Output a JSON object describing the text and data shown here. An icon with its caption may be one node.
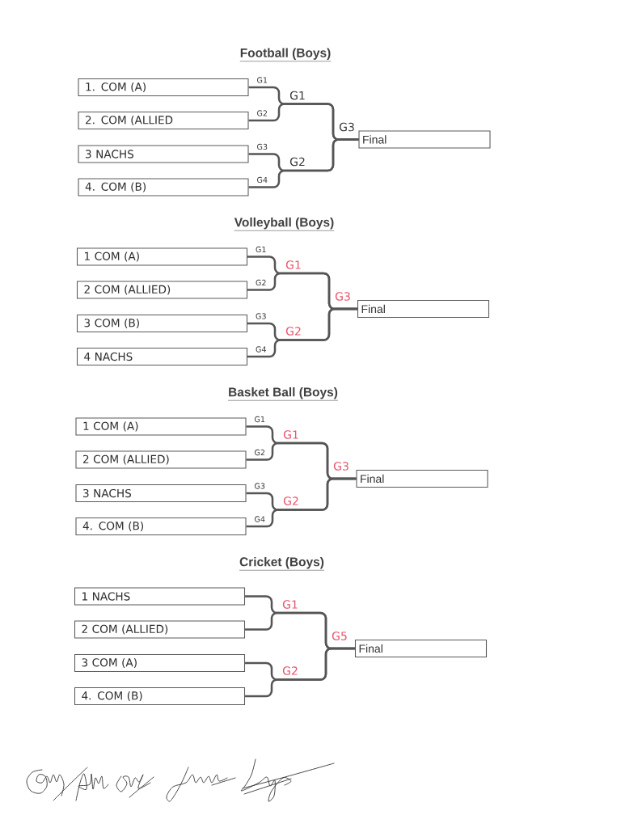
{
  "diagram": {
    "nodes": [
      {
        "text": [
          "1. COM (A)"
        ]
      },
      {
        "text": [
          "2. COM (ALLIED"
        ]
      },
      {
        "text": [
          "3 NACHS"
        ]
      },
      {
        "text": [
          "4. COM (B)"
        ]
      },
      {
        "text": [
          "Final"
        ]
      },
      {
        "text": [
          "1 COM (A)"
        ]
      },
      {
        "text": [
          "2 COM (ALLIED)"
        ]
      },
      {
        "text": [
          "3 COM (B)"
        ]
      },
      {
        "text": [
          "4 NACHS"
        ]
      },
      {
        "text": [
          "Final"
        ]
      },
      {
        "text": [
          "1 COM (A)"
        ]
      },
      {
        "text": [
          "2 COM (ALLIED)"
        ]
      },
      {
        "text": [
          "3 NACHS"
        ]
      },
      {
        "text": [
          "4. COM (B)"
        ]
      },
      {
        "text": [
          "Final"
        ]
      },
      {
        "text": [
          "1 NACHS"
        ]
      },
      {
        "text": [
          "2 COM (ALLIED)"
        ]
      },
      {
        "text": [
          "3 COM (A)"
        ]
      },
      {
        "text": [
          "4. COM (B)"
        ]
      },
      {
        "text": [
          "Final"
        ]
      }
    ],
    "edges": [
      {
        "from": 0,
        "to": 4,
        "arrow": "none",
        "label": "G1"
      },
      {
        "from": 1,
        "to": 4,
        "arrow": "none",
        "label": "G2"
      },
      {
        "from": 2,
        "to": 4,
        "arrow": "none",
        "label": "G3"
      },
      {
        "from": 3,
        "to": 4,
        "arrow": "none",
        "label": "G4"
      },
      {
        "from": 5,
        "to": 9,
        "arrow": "none",
        "label": "G1"
      },
      {
        "from": 6,
        "to": 9,
        "arrow": "none",
        "label": "G2"
      },
      {
        "from": 7,
        "to": 9,
        "arrow": "none",
        "label": "G3"
      },
      {
        "from": 8,
        "to": 9,
        "arrow": "none",
        "label": "G4"
      },
      {
        "from": 10,
        "to": 14,
        "arrow": "none",
        "label": "G1"
      },
      {
        "from": 11,
        "to": 14,
        "arrow": "none",
        "label": "G2"
      },
      {
        "from": 12,
        "to": 14,
        "arrow": "none",
        "label": "G3"
      },
      {
        "from": 13,
        "to": 14,
        "arrow": "none",
        "label": "G4"
      },
      {
        "from": 15,
        "to": 19,
        "arrow": "none"
      },
      {
        "from": 16,
        "to": 19,
        "arrow": "none"
      },
      {
        "from": 17,
        "to": 19,
        "arrow": "none"
      },
      {
        "from": 18,
        "to": 19,
        "arrow": "none"
      }
    ],
    "labels": [
      "Football (Boys)",
      "G1",
      "G3",
      "G2",
      "Volleyball (Boys)",
      "G1",
      "G3",
      "G2",
      "Basket Ball (Boys)",
      "G1",
      "G3",
      "G2",
      "Cricket (Boys)",
      "G1",
      "G5",
      "G2"
    ]
  }
}
